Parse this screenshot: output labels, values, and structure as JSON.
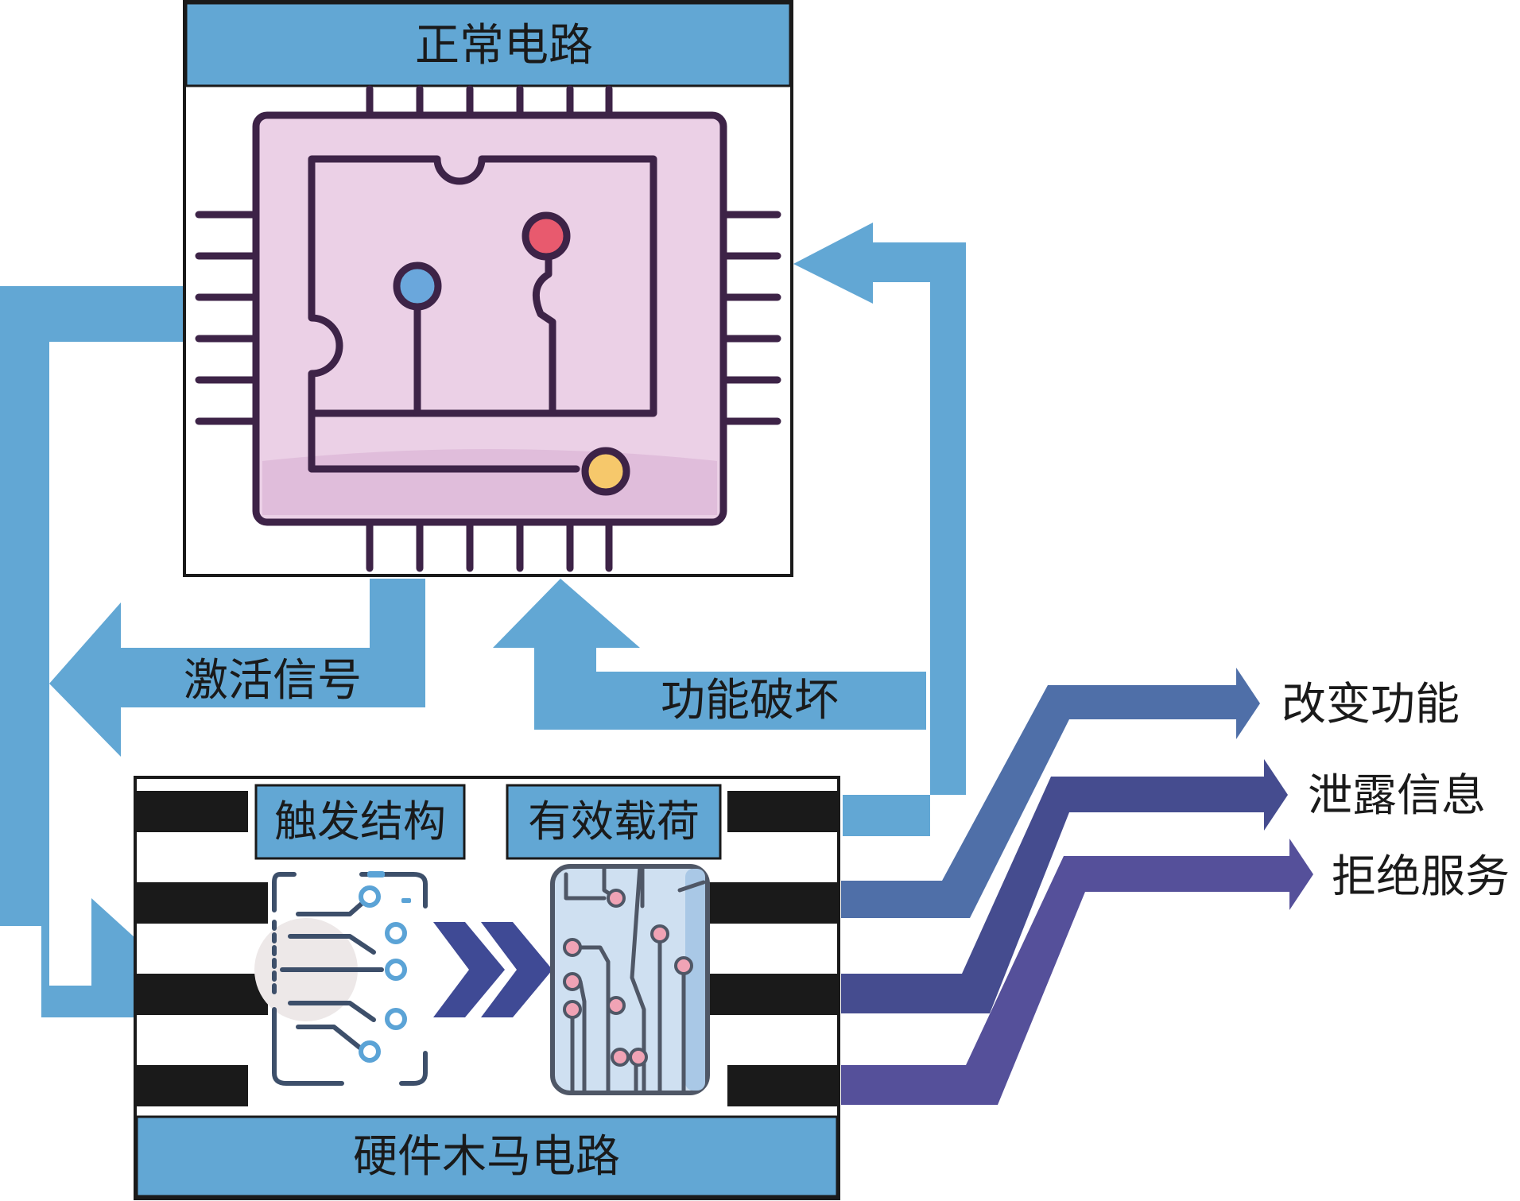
{
  "normal_circuit": {
    "title": "正常电路"
  },
  "trojan_circuit": {
    "title": "硬件木马电路",
    "trigger": "触发结构",
    "payload": "有效载荷"
  },
  "flows": {
    "activation_signal": "激活信号",
    "function_damage": "功能破坏"
  },
  "effects": {
    "change_function": "改变功能",
    "leak_info": "泄露信息",
    "denial_of_service": "拒绝服务"
  },
  "colors": {
    "arrow_light": "#62a7d4",
    "arrow_mid": "#4f6fa8",
    "arrow_dark1": "#454c8f",
    "arrow_dark2": "#55509a",
    "header": "#62a7d4",
    "chip_body": "#ebd0e6",
    "chip_outline": "#3d2347"
  }
}
